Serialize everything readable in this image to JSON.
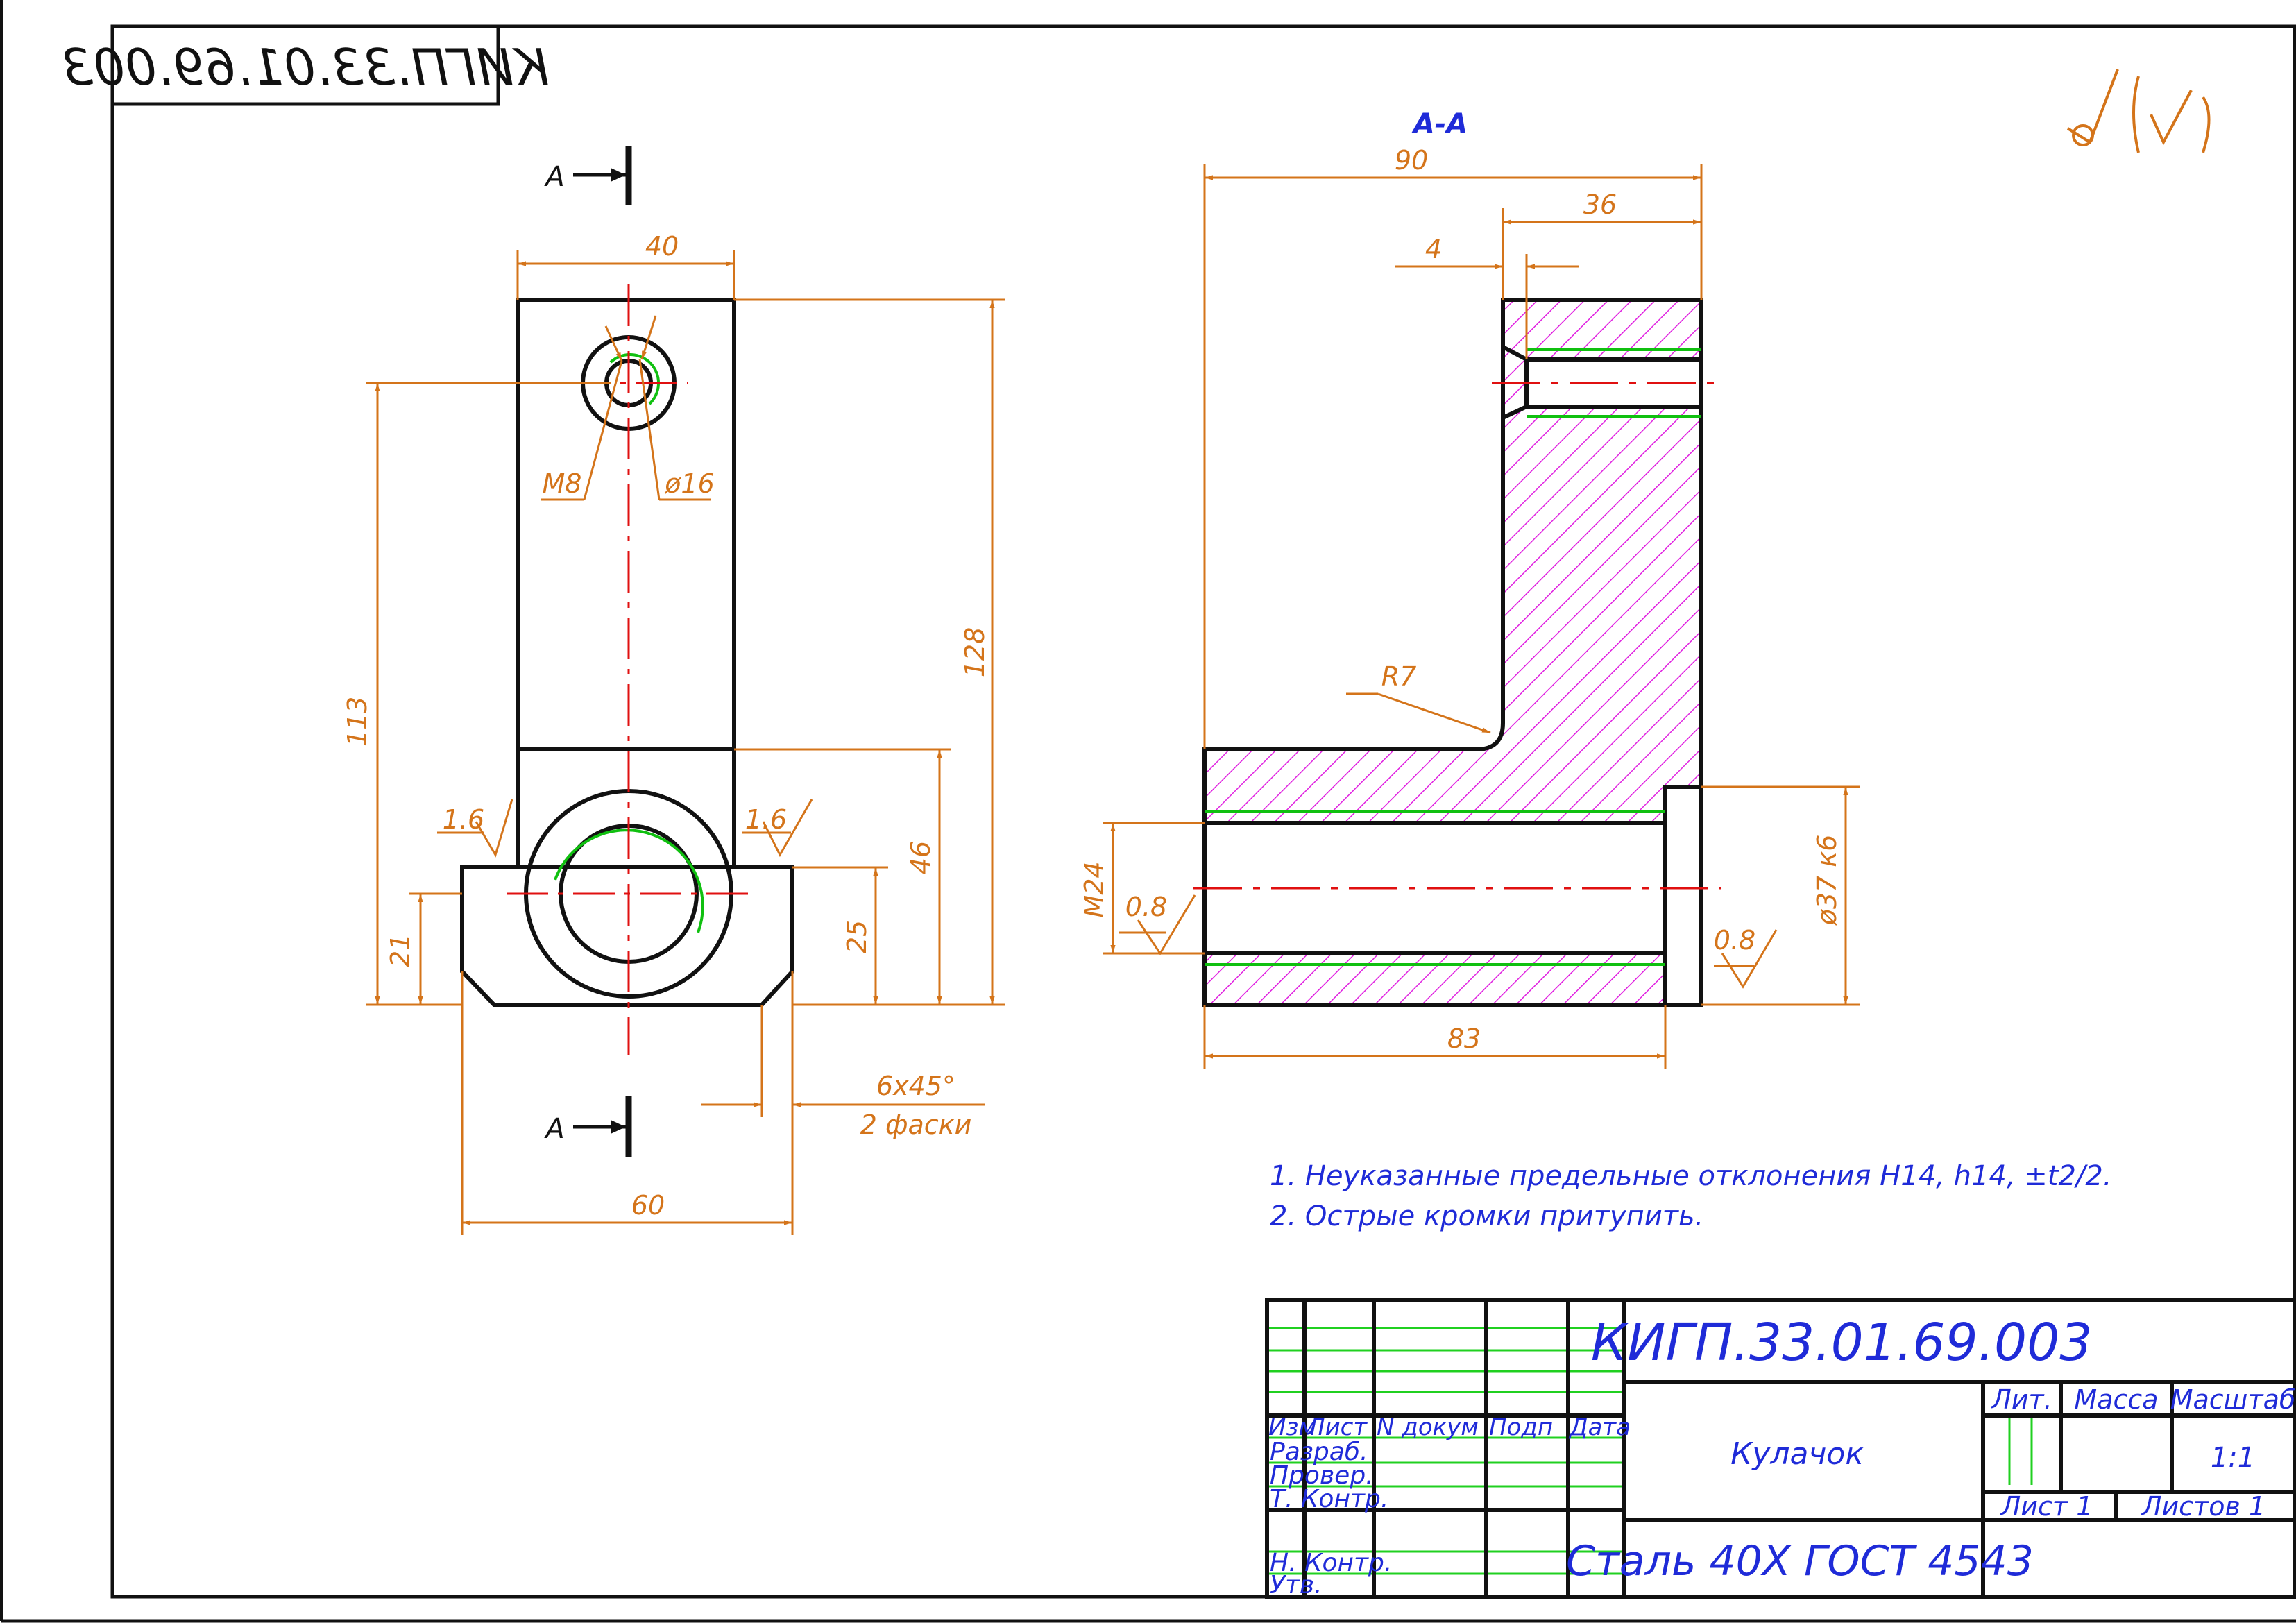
{
  "colors": {
    "outline": "#111111",
    "dimension": "#d4741a",
    "center": "#e01010",
    "hatch": "#e020e0",
    "thread": "#10c010",
    "text_blue": "#1f2bd8",
    "grid_green": "#20d020"
  },
  "stamp_mirrored": "КИГП.33.01.69.003",
  "section_mark": "A",
  "section_title": "A-A",
  "roughness_symbol": "√(√)",
  "front_view": {
    "dims": {
      "top_width": "40",
      "total_height": "128",
      "hole_height": "113",
      "thread": "M8",
      "bore_diameter": "ø16",
      "base_height": "46",
      "axis_height": "25",
      "foot_height": "21",
      "roughness_left": "1.6",
      "roughness_right": "1.6",
      "chamfer_size": "6x45°",
      "chamfer_note": "2 фаски",
      "base_width": "60"
    }
  },
  "section_view": {
    "dims": {
      "total_width": "90",
      "upper_width": "36",
      "slot_width": "4",
      "radius": "R7",
      "thread": "M24",
      "roughness_bore": "0.8",
      "roughness_shaft": "0.8",
      "shaft_diameter": "ø37 к6",
      "bore_length": "83"
    }
  },
  "notes": [
    "1. Неуказанные предельные отклонения Н14, h14, ±t2/2.",
    "2. Острые кромки притупить."
  ],
  "title_block": {
    "designation": "КИГП.33.01.69.003",
    "name": "Кулачок",
    "material": "Сталь 40Х ГОСТ 4543",
    "headers": [
      "Изм",
      "Лист",
      "N докум",
      "Подп",
      "Дата"
    ],
    "roles": [
      "Разраб.",
      "Провер.",
      "Т. Контр.",
      "Н. Контр.",
      "Утв."
    ],
    "col_lit": "Лит.",
    "col_mass": "Масса",
    "col_scale": "Масштаб",
    "scale": "1:1",
    "sheet": "Лист 1",
    "sheets": "Листов 1"
  }
}
